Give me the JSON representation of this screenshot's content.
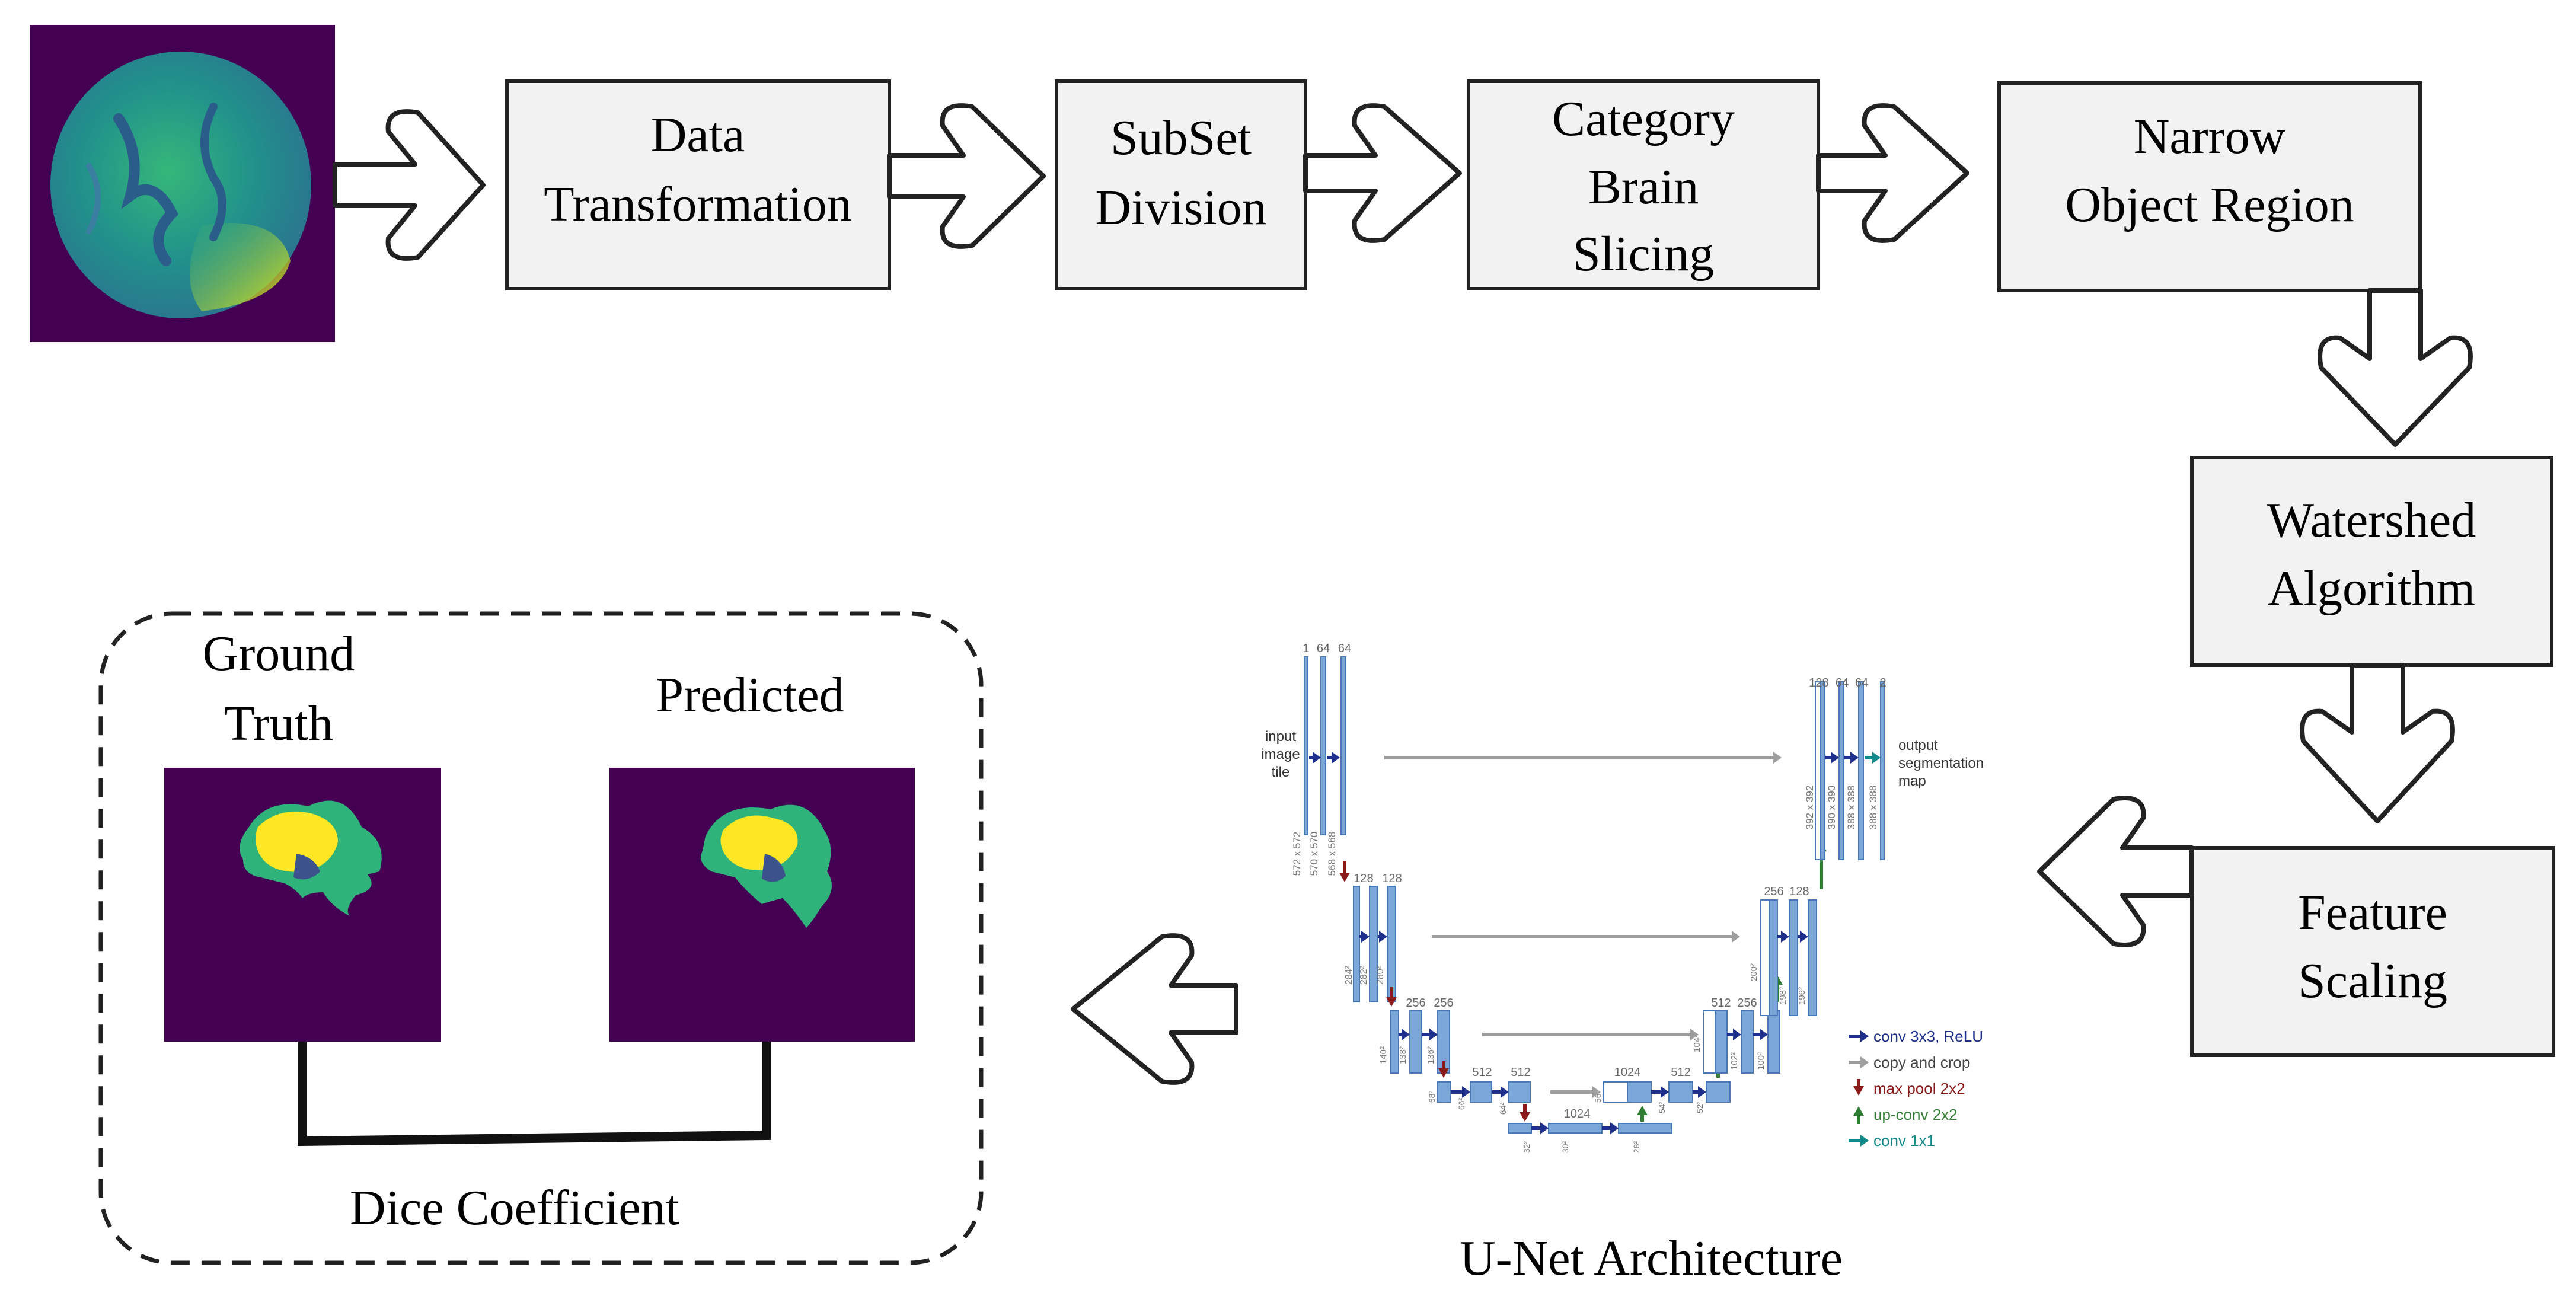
{
  "pipeline": {
    "steps": [
      {
        "id": "data-transformation",
        "lines": [
          "Data",
          "Transformation"
        ]
      },
      {
        "id": "subset-division",
        "lines": [
          "SubSet",
          "Division"
        ]
      },
      {
        "id": "category-brain-slicing",
        "lines": [
          "Category",
          "Brain",
          "Slicing"
        ]
      },
      {
        "id": "narrow-object-region",
        "lines": [
          "Narrow",
          "Object Region"
        ]
      },
      {
        "id": "watershed-algorithm",
        "lines": [
          "Watershed",
          "Algorithm"
        ]
      },
      {
        "id": "feature-scaling",
        "lines": [
          "Feature",
          "Scaling"
        ]
      }
    ]
  },
  "unet": {
    "caption": "U-Net Architecture",
    "input_label": [
      "input",
      "image",
      "tile"
    ],
    "output_label": [
      "output",
      "segmentation",
      "map"
    ],
    "channel_labels": {
      "enc1": [
        "1",
        "64",
        "64"
      ],
      "enc2": [
        "128",
        "128"
      ],
      "enc3": [
        "256",
        "256"
      ],
      "enc4": [
        "512",
        "512"
      ],
      "bottom": "1024",
      "dec4": [
        "1024",
        "512"
      ],
      "dec3": [
        "512",
        "256"
      ],
      "dec2": [
        "256",
        "128"
      ],
      "dec1": [
        "128",
        "64",
        "64",
        "2"
      ]
    },
    "size_labels": {
      "enc1": [
        "572 x 572",
        "570 x 570",
        "568 x 568"
      ],
      "enc2": [
        "284²",
        "282²",
        "280²"
      ],
      "enc3": [
        "140²",
        "138²",
        "136²"
      ],
      "enc4": [
        "68²",
        "66²",
        "64²"
      ],
      "bottom": [
        "32²",
        "30²",
        "28²"
      ],
      "dec4": [
        "56²",
        "54²",
        "52²"
      ],
      "dec3": [
        "104²",
        "102²",
        "100²"
      ],
      "dec2": [
        "200²",
        "198²",
        "196²"
      ],
      "dec1": [
        "392 x 392",
        "390 x 390",
        "388 x 388",
        "388 x 388"
      ]
    },
    "legend": [
      {
        "label": "conv 3x3, ReLU",
        "color": "#1f2f8c",
        "arrow": "right"
      },
      {
        "label": "copy and crop",
        "color": "#9e9e9e",
        "arrow": "right"
      },
      {
        "label": "max pool 2x2",
        "color": "#8b1a1a",
        "arrow": "down"
      },
      {
        "label": "up-conv 2x2",
        "color": "#2e7d32",
        "arrow": "up"
      },
      {
        "label": "conv 1x1",
        "color": "#138a8a",
        "arrow": "right"
      }
    ]
  },
  "evaluation": {
    "ground_truth_label": [
      "Ground",
      "Truth"
    ],
    "predicted_label": "Predicted",
    "metric_label": "Dice Coefficient"
  },
  "colors": {
    "mask_background": "#440154",
    "mask_edema": "#2fb37b",
    "mask_core": "#fde725",
    "mask_necrotic": "#3b528b",
    "unet_block": "#7ba7d8"
  }
}
